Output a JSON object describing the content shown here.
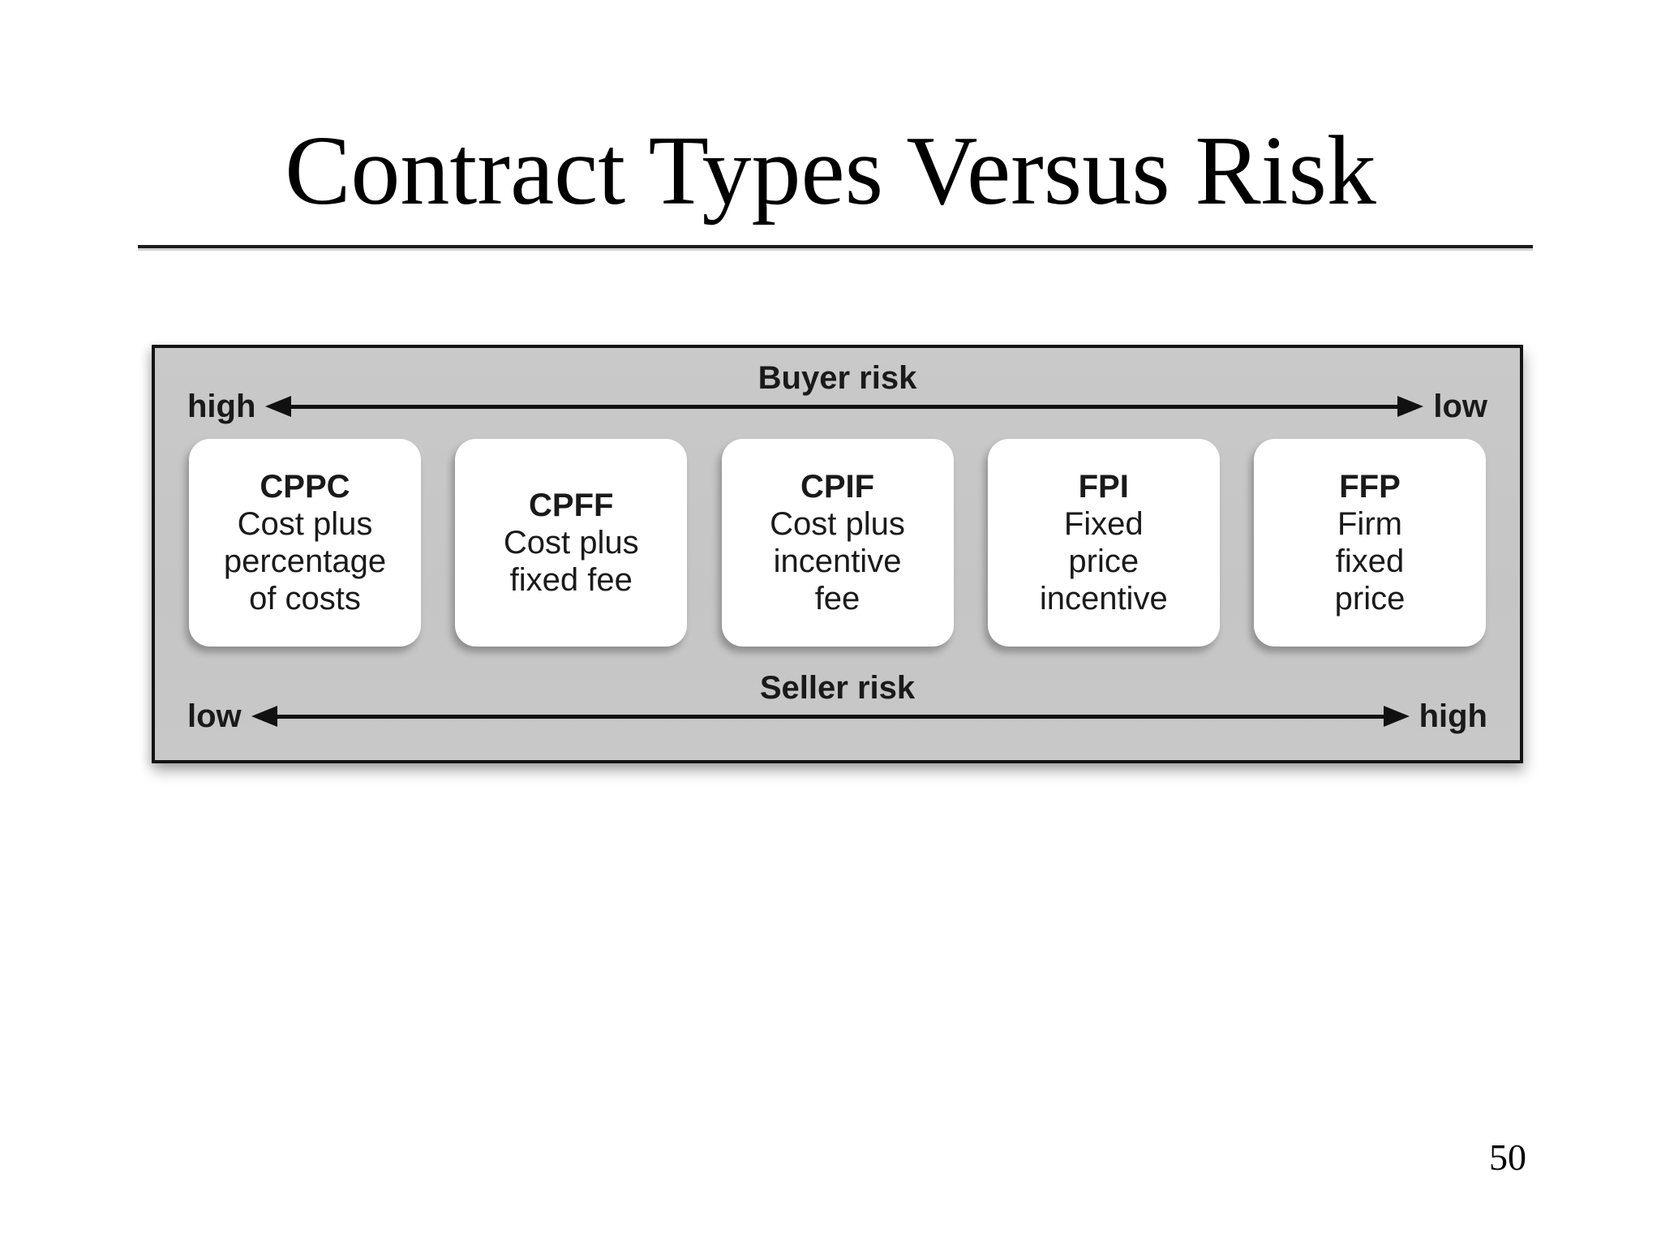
{
  "slide": {
    "title": "Contract Types Versus Risk",
    "page_number": "50"
  },
  "diagram": {
    "buyer_axis": {
      "caption": "Buyer risk",
      "left_label": "high",
      "right_label": "low"
    },
    "seller_axis": {
      "caption": "Seller risk",
      "left_label": "low",
      "right_label": "high"
    },
    "contract_types": [
      {
        "acronym": "CPPC",
        "description": "Cost plus\npercentage\nof costs"
      },
      {
        "acronym": "CPFF",
        "description": "Cost plus\nfixed fee"
      },
      {
        "acronym": "CPIF",
        "description": "Cost plus\nincentive\nfee"
      },
      {
        "acronym": "FPI",
        "description": "Fixed\nprice\nincentive"
      },
      {
        "acronym": "FFP",
        "description": "Firm\nfixed\nprice"
      }
    ],
    "colors": {
      "panel_background": "#c9c9c9",
      "panel_border": "#141414",
      "card_background": "#ffffff",
      "arrow_color": "#111111",
      "text_color": "#1a1a1a"
    }
  }
}
